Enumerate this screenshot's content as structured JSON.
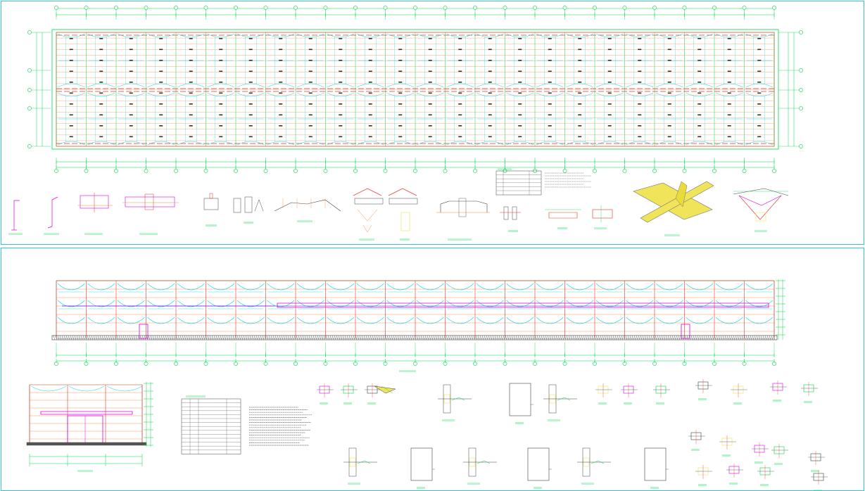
{
  "colors": {
    "frame": "#2ec9d8",
    "grid": "#00d84a",
    "bracing": "#00d8e8",
    "purlin": "#ff8a3c",
    "column_red": "#e2372b",
    "magenta": "#e000e0",
    "yellow": "#f0e45a",
    "text_dark": "#222222"
  },
  "icons": [
    "dimension-chain",
    "axis-bubble",
    "node-detail",
    "section-view"
  ]
}
